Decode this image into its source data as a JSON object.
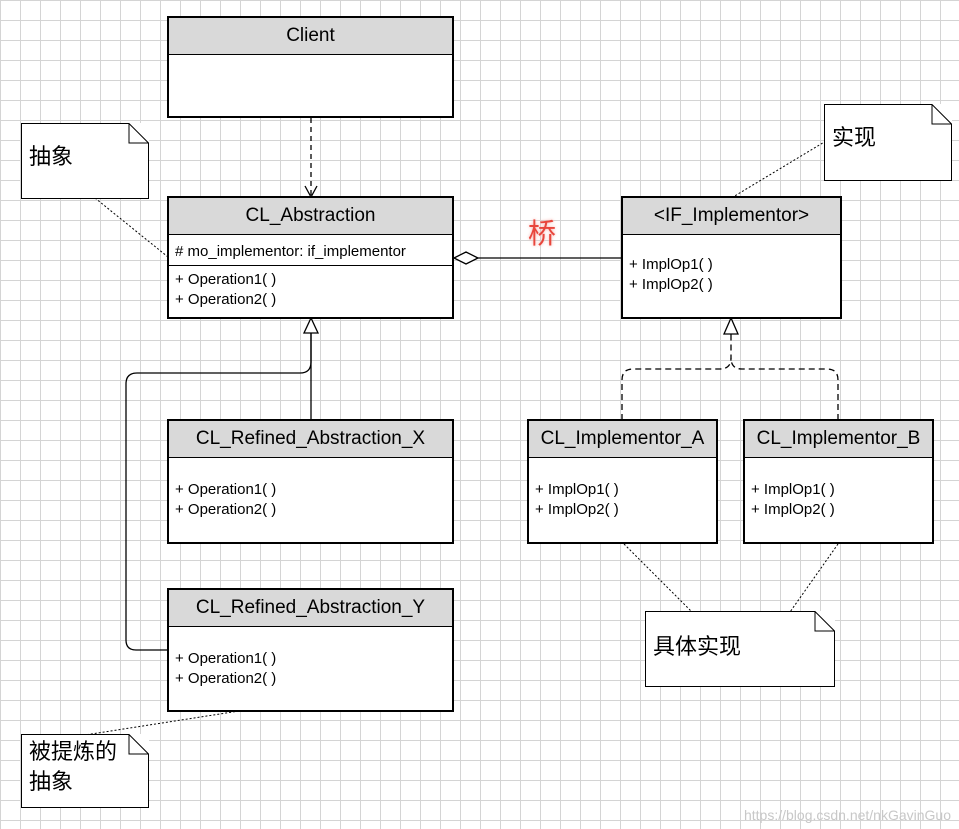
{
  "classes": {
    "client": {
      "name": "Client"
    },
    "abstraction": {
      "name": "CL_Abstraction",
      "attribute": "# mo_implementor: if_implementor",
      "ops": [
        "+ Operation1( )",
        "+ Operation2( )"
      ]
    },
    "implementor": {
      "name": "<IF_Implementor>",
      "ops": [
        "+ ImplOp1( )",
        "+ ImplOp2( )"
      ]
    },
    "refined_x": {
      "name": "CL_Refined_Abstraction_X",
      "ops": [
        "+ Operation1( )",
        "+ Operation2( )"
      ]
    },
    "refined_y": {
      "name": "CL_Refined_Abstraction_Y",
      "ops": [
        "+ Operation1( )",
        "+ Operation2( )"
      ]
    },
    "impl_a": {
      "name": "CL_Implementor_A",
      "ops": [
        "+ ImplOp1( )",
        "+ ImplOp2( )"
      ]
    },
    "impl_b": {
      "name": "CL_Implementor_B",
      "ops": [
        "+ ImplOp1( )",
        "+ ImplOp2( )"
      ]
    }
  },
  "notes": {
    "abstraction": "抽象",
    "implementation": "实现",
    "concrete_implementation": "具体实现",
    "refined_abstraction": "被提炼的\n抽象"
  },
  "bridge_label": "桥",
  "watermark": "https://blog.csdn.net/nkGavinGuo",
  "colors": {
    "header_fill": "#d9d9d9",
    "bridge_label": "#e8463c",
    "grid": "#d4d4d4"
  }
}
